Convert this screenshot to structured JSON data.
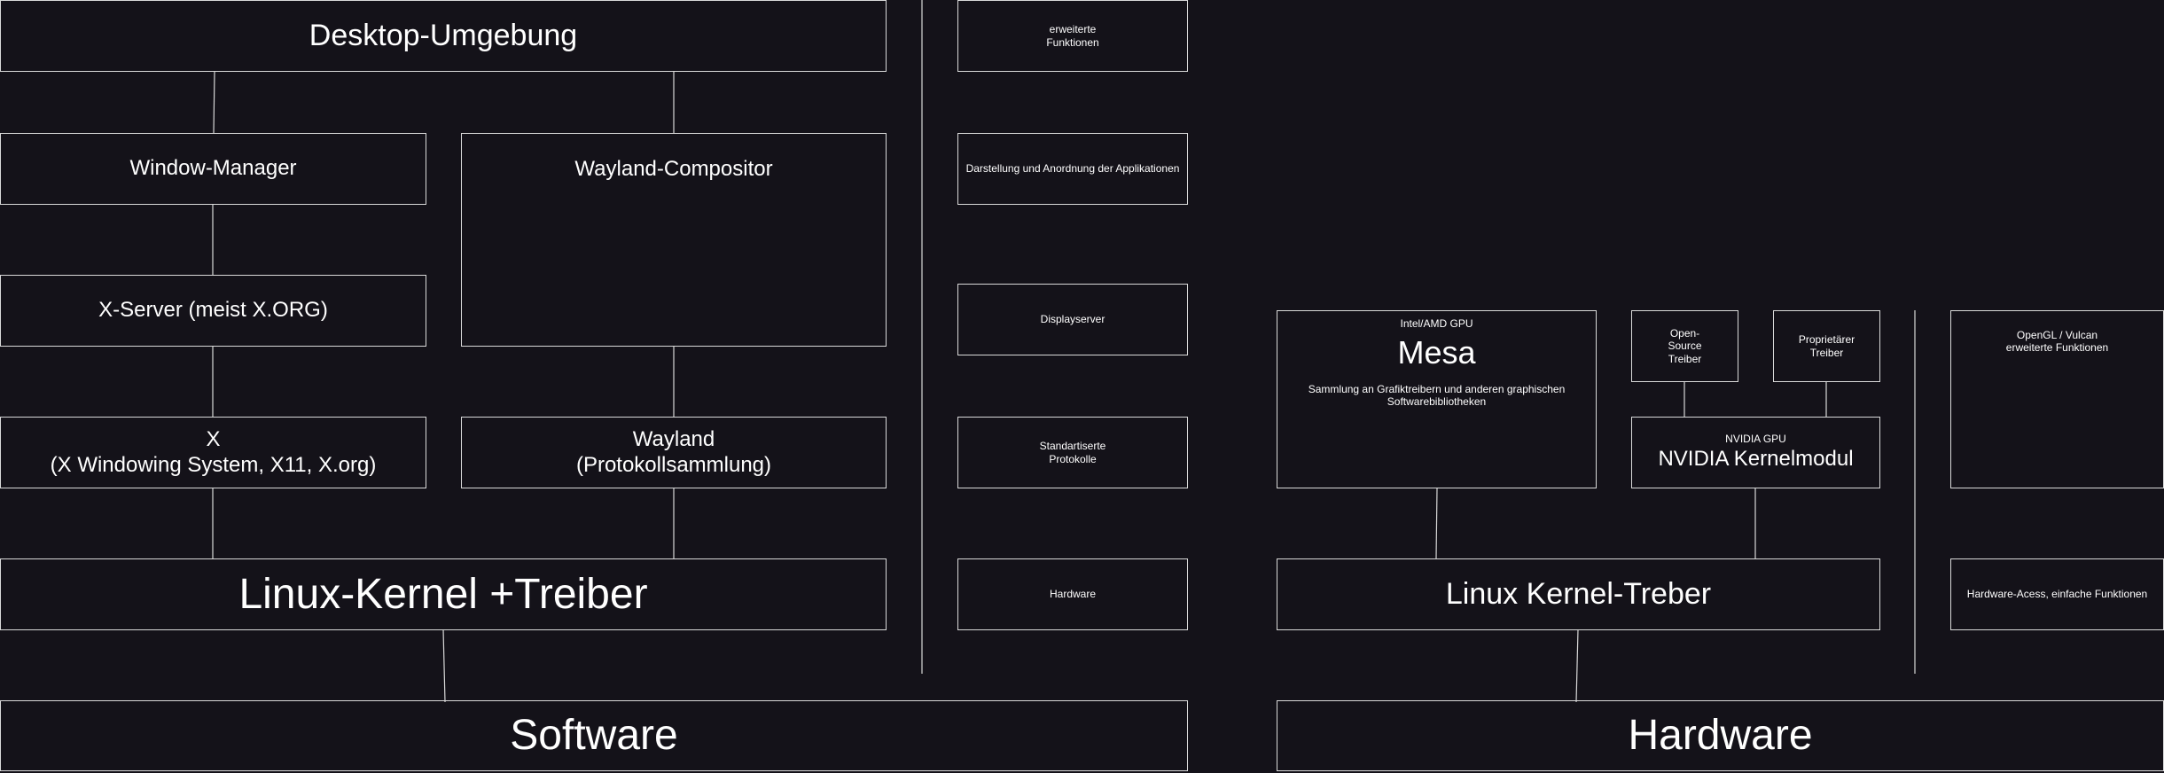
{
  "software": {
    "desktop": "Desktop-Umgebung",
    "window_manager": "Window-Manager",
    "wayland_compositor": "Wayland-Compositor",
    "x_server": "X-Server (meist X.ORG)",
    "x": "X\n(X Windowing System, X11, X.org)",
    "wayland": "Wayland\n(Protokollsammlung)",
    "kernel": "Linux-Kernel +Treiber",
    "footer": "Software"
  },
  "legend_software": {
    "extended": "erweiterte\nFunktionen",
    "display": "Darstellung und Anordnung der Applikationen",
    "displayserver": "Displayserver",
    "protocols": "Standartiserte\nProtokolle",
    "hardware": "Hardware"
  },
  "hardware": {
    "mesa_caption": "Intel/AMD GPU",
    "mesa_title": "Mesa",
    "mesa_desc": "Sammlung an Grafiktreibern und anderen graphischen\nSoftwarebibliotheken",
    "open_source": "Open-\nSource\nTreiber",
    "proprietary": "Proprietärer\nTreiber",
    "nvidia_caption": "NVIDIA GPU",
    "nvidia_title": "NVIDIA Kernelmodul",
    "kernel": "Linux Kernel-Treber",
    "footer": "Hardware"
  },
  "legend_hardware": {
    "opengl": "OpenGL / Vulcan\nerweiterte Funktionen",
    "access": "Hardware-Acess, einfache Funktionen"
  },
  "colors": {
    "background": "#141219",
    "line": "#d9d9d9",
    "text": "#ffffff"
  }
}
